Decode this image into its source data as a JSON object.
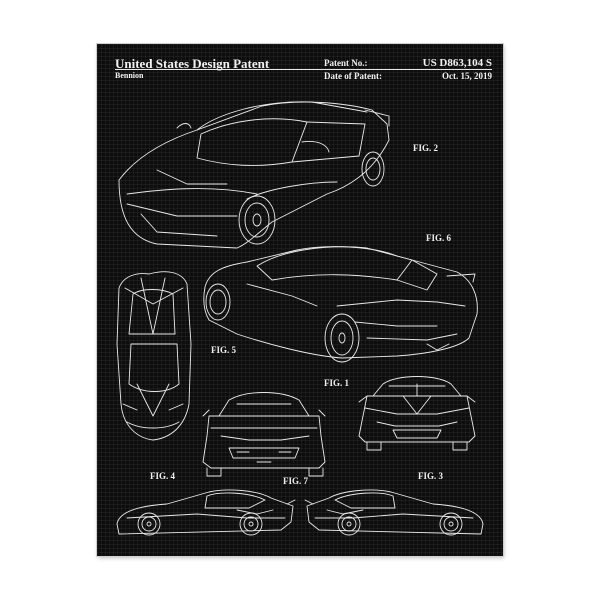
{
  "poster": {
    "title": "United States Design Patent",
    "inventor": "Bennion",
    "patent_no_label": "Patent No.:",
    "patent_no_value": "US D863,104 S",
    "date_label": "Date of Patent:",
    "date_value": "Oct. 15, 2019",
    "figures": {
      "fig2": "FIG. 2",
      "fig6": "FIG. 6",
      "fig5": "FIG. 5",
      "fig1": "FIG. 1",
      "fig4": "FIG. 4",
      "fig7": "FIG. 7",
      "fig3": "FIG. 3"
    }
  },
  "colors": {
    "background": "#0d0d0d",
    "line": "#e9e9e9",
    "frame": "#ffffff"
  }
}
